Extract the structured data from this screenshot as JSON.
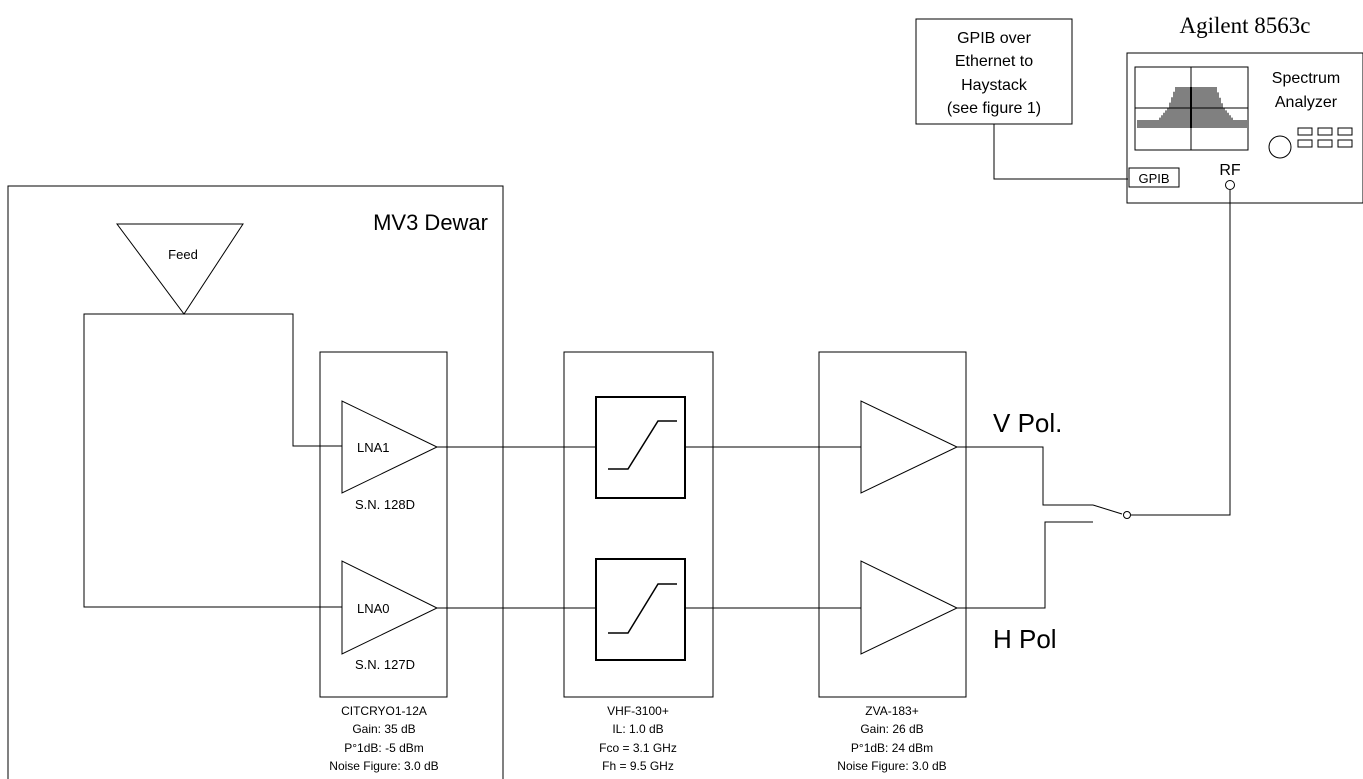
{
  "instrument": {
    "title": "Agilent 8563c",
    "label_line1": "Spectrum",
    "label_line2": "Analyzer",
    "rf_port": "RF",
    "gpib_port": "GPIB"
  },
  "gpib_note": {
    "line1": "GPIB over",
    "line2": "Ethernet to",
    "line3": "Haystack",
    "line4": "(see figure 1)"
  },
  "dewar": {
    "title": "MV3 Dewar",
    "feed": "Feed"
  },
  "lna": {
    "top_label": "LNA1",
    "top_serial": "S.N. 128D",
    "bottom_label": "LNA0",
    "bottom_serial": "S.N. 127D",
    "spec_line1": "CITCRYO1-12A",
    "spec_line2": "Gain: 35 dB",
    "spec_line3": "P°1dB: -5 dBm",
    "spec_line4": "Noise Figure: 3.0 dB"
  },
  "filter": {
    "spec_line1": "VHF-3100+",
    "spec_line2": "IL: 1.0 dB",
    "spec_line3": "Fco = 3.1 GHz",
    "spec_line4": "Fh = 9.5 GHz"
  },
  "amp": {
    "spec_line1": "ZVA-183+",
    "spec_line2": "Gain: 26 dB",
    "spec_line3": "P°1dB: 24 dBm",
    "spec_line4": "Noise Figure: 3.0 dB"
  },
  "outputs": {
    "v_pol": "V Pol.",
    "h_pol": "H Pol"
  }
}
